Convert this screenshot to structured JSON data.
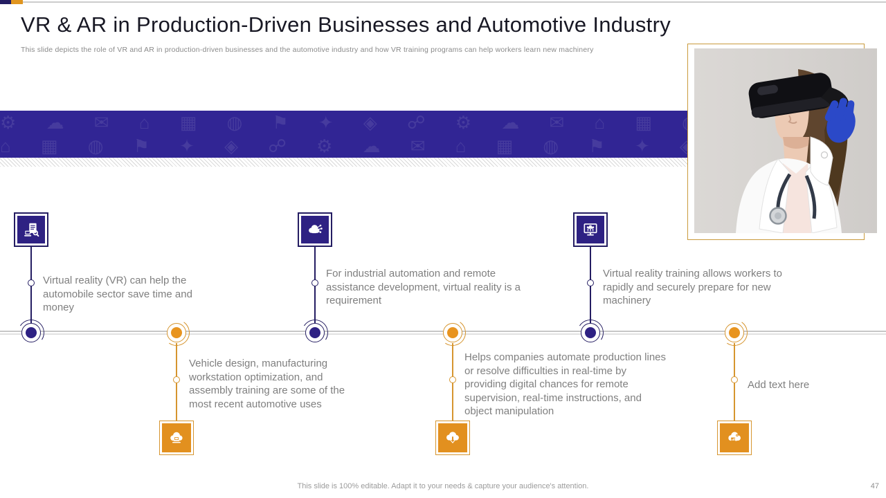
{
  "slide": {
    "title": "VR & AR in Production-Driven Businesses and Automotive Industry",
    "subtitle": "This slide depicts the role of VR  and AR  in production-driven businesses and the automotive industry and how VR  training programs can help workers learn new machinery",
    "footer_note": "This slide is 100% editable. Adapt it to your needs & capture your audience's attention.",
    "page_number": "47"
  },
  "accent_colors": {
    "purple": "#2e2183",
    "purple_dark": "#241d62",
    "banner_purple": "#312594",
    "orange": "#e2901f",
    "gold_frame": "#c99a3c",
    "line_gray": "#c6c6c6",
    "body_text_gray": "#7f7f7f"
  },
  "image": {
    "name": "woman-wearing-vr-headset-photo"
  },
  "timeline": {
    "items": [
      {
        "position": "top",
        "color": "purple",
        "icon": "document-search-icon",
        "text": "Virtual reality (VR) can help the automobile sector save time and money"
      },
      {
        "position": "bottom",
        "color": "orange",
        "icon": "cloud-laptop-icon",
        "text": "Vehicle design, manufacturing workstation optimization, and assembly training are some of the most recent automotive uses"
      },
      {
        "position": "top",
        "color": "purple",
        "icon": "cloud-network-icon",
        "text": "For industrial automation and remote assistance development, virtual reality is a requirement"
      },
      {
        "position": "bottom",
        "color": "orange",
        "icon": "cloud-download-icon",
        "text": "Helps companies automate production lines or resolve difficulties in real-time by providing digital chances for remote supervision, real-time instructions, and object manipulation"
      },
      {
        "position": "top",
        "color": "purple",
        "icon": "monitor-training-icon",
        "text": "Virtual reality training allows workers to rapidly and securely prepare for new machinery"
      },
      {
        "position": "bottom",
        "color": "orange",
        "icon": "cloud-analytics-icon",
        "text": "Add text here"
      }
    ]
  }
}
